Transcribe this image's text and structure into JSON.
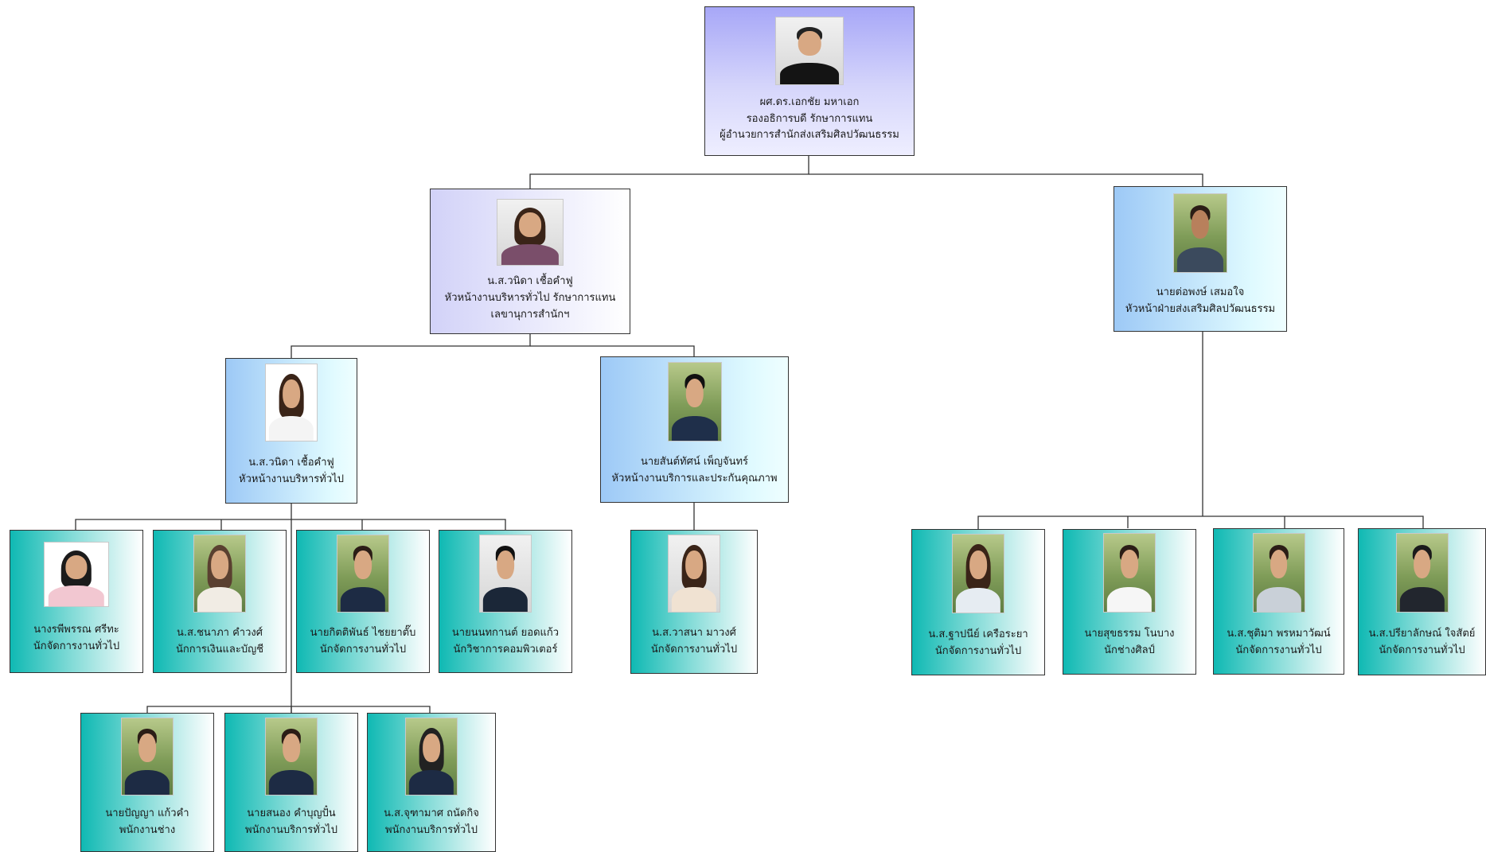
{
  "colors": {
    "connector": "#333333",
    "gradient_top": "#a7a7f7",
    "gradient_lavender": "#d2d2f8",
    "gradient_blue": "#9dc9f6",
    "gradient_teal": "#0fb9b3"
  },
  "org": {
    "director": {
      "photo": "portrait-photo",
      "lines": [
        "ผศ.ดร.เอกชัย มหาเอก",
        "รองอธิการบดี รักษาการแทน",
        "ผู้อำนวยการสำนักส่งเสริมศิลปวัฒนธรรม"
      ]
    },
    "admin_head": {
      "photo": "portrait-photo",
      "lines": [
        "น.ส.วนิดา เชื้อคำฟู",
        "หัวหน้างานบริหารทั่วไป รักษาการแทน",
        "เลขานุการสำนักฯ"
      ]
    },
    "arts_head": {
      "photo": "portrait-photo",
      "lines": [
        "นายต่อพงษ์ เสมอใจ",
        "หัวหน้าฝ่ายส่งเสริมศิลปวัฒนธรรม"
      ]
    },
    "general_admin_head": {
      "photo": "portrait-photo",
      "lines": [
        "น.ส.วนิดา เชื้อคำฟู",
        "หัวหน้างานบริหารทั่วไป"
      ]
    },
    "service_qa_head": {
      "photo": "portrait-photo",
      "lines": [
        "นายสันต์ทัศน์ เพ็ญจันทร์",
        "หัวหน้างานบริการและประกันคุณภาพ"
      ]
    },
    "admin_staff": [
      {
        "photo": "portrait-photo",
        "lines": [
          "นางรพีพรรณ ศรีทะ",
          "นักจัดการงานทั่วไป"
        ]
      },
      {
        "photo": "portrait-photo",
        "lines": [
          "น.ส.ชนาภา คำวงศ์",
          "นักการเงินและบัญชี"
        ]
      },
      {
        "photo": "portrait-photo",
        "lines": [
          "นายกิตติพันธ์ ไชยยาตั๊บ",
          "นักจัดการงานทั่วไป"
        ]
      },
      {
        "photo": "portrait-photo",
        "lines": [
          "นายนนทกานต์ ยอดแก้ว",
          "นักวิชาการคอมพิวเตอร์"
        ]
      }
    ],
    "service_staff": [
      {
        "photo": "portrait-photo",
        "lines": [
          "น.ส.วาสนา มาวงศ์",
          "นักจัดการงานทั่วไป"
        ]
      }
    ],
    "arts_staff": [
      {
        "photo": "portrait-photo",
        "lines": [
          "น.ส.ฐาปนีย์ เครือระยา",
          "นักจัดการงานทั่วไป"
        ]
      },
      {
        "photo": "portrait-photo",
        "lines": [
          "นายสุขธรรม โนบาง",
          "นักช่างศิลป์"
        ]
      },
      {
        "photo": "portrait-photo",
        "lines": [
          "น.ส.ชุติมา พรหมาวัฒน์",
          "นักจัดการงานทั่วไป"
        ]
      },
      {
        "photo": "portrait-photo",
        "lines": [
          "น.ส.ปรียาลักษณ์ ใจสัตย์",
          "นักจัดการงานทั่วไป"
        ]
      }
    ],
    "support_staff": [
      {
        "photo": "portrait-photo",
        "lines": [
          "นายปัญญา แก้วคำ",
          "พนักงานช่าง"
        ]
      },
      {
        "photo": "portrait-photo",
        "lines": [
          "นายสนอง คำบุญปั๋น",
          "พนักงานบริการทั่วไป"
        ]
      },
      {
        "photo": "portrait-photo",
        "lines": [
          "น.ส.จุฑามาศ ถนัดกิจ",
          "พนักงานบริการทั่วไป"
        ]
      }
    ]
  }
}
